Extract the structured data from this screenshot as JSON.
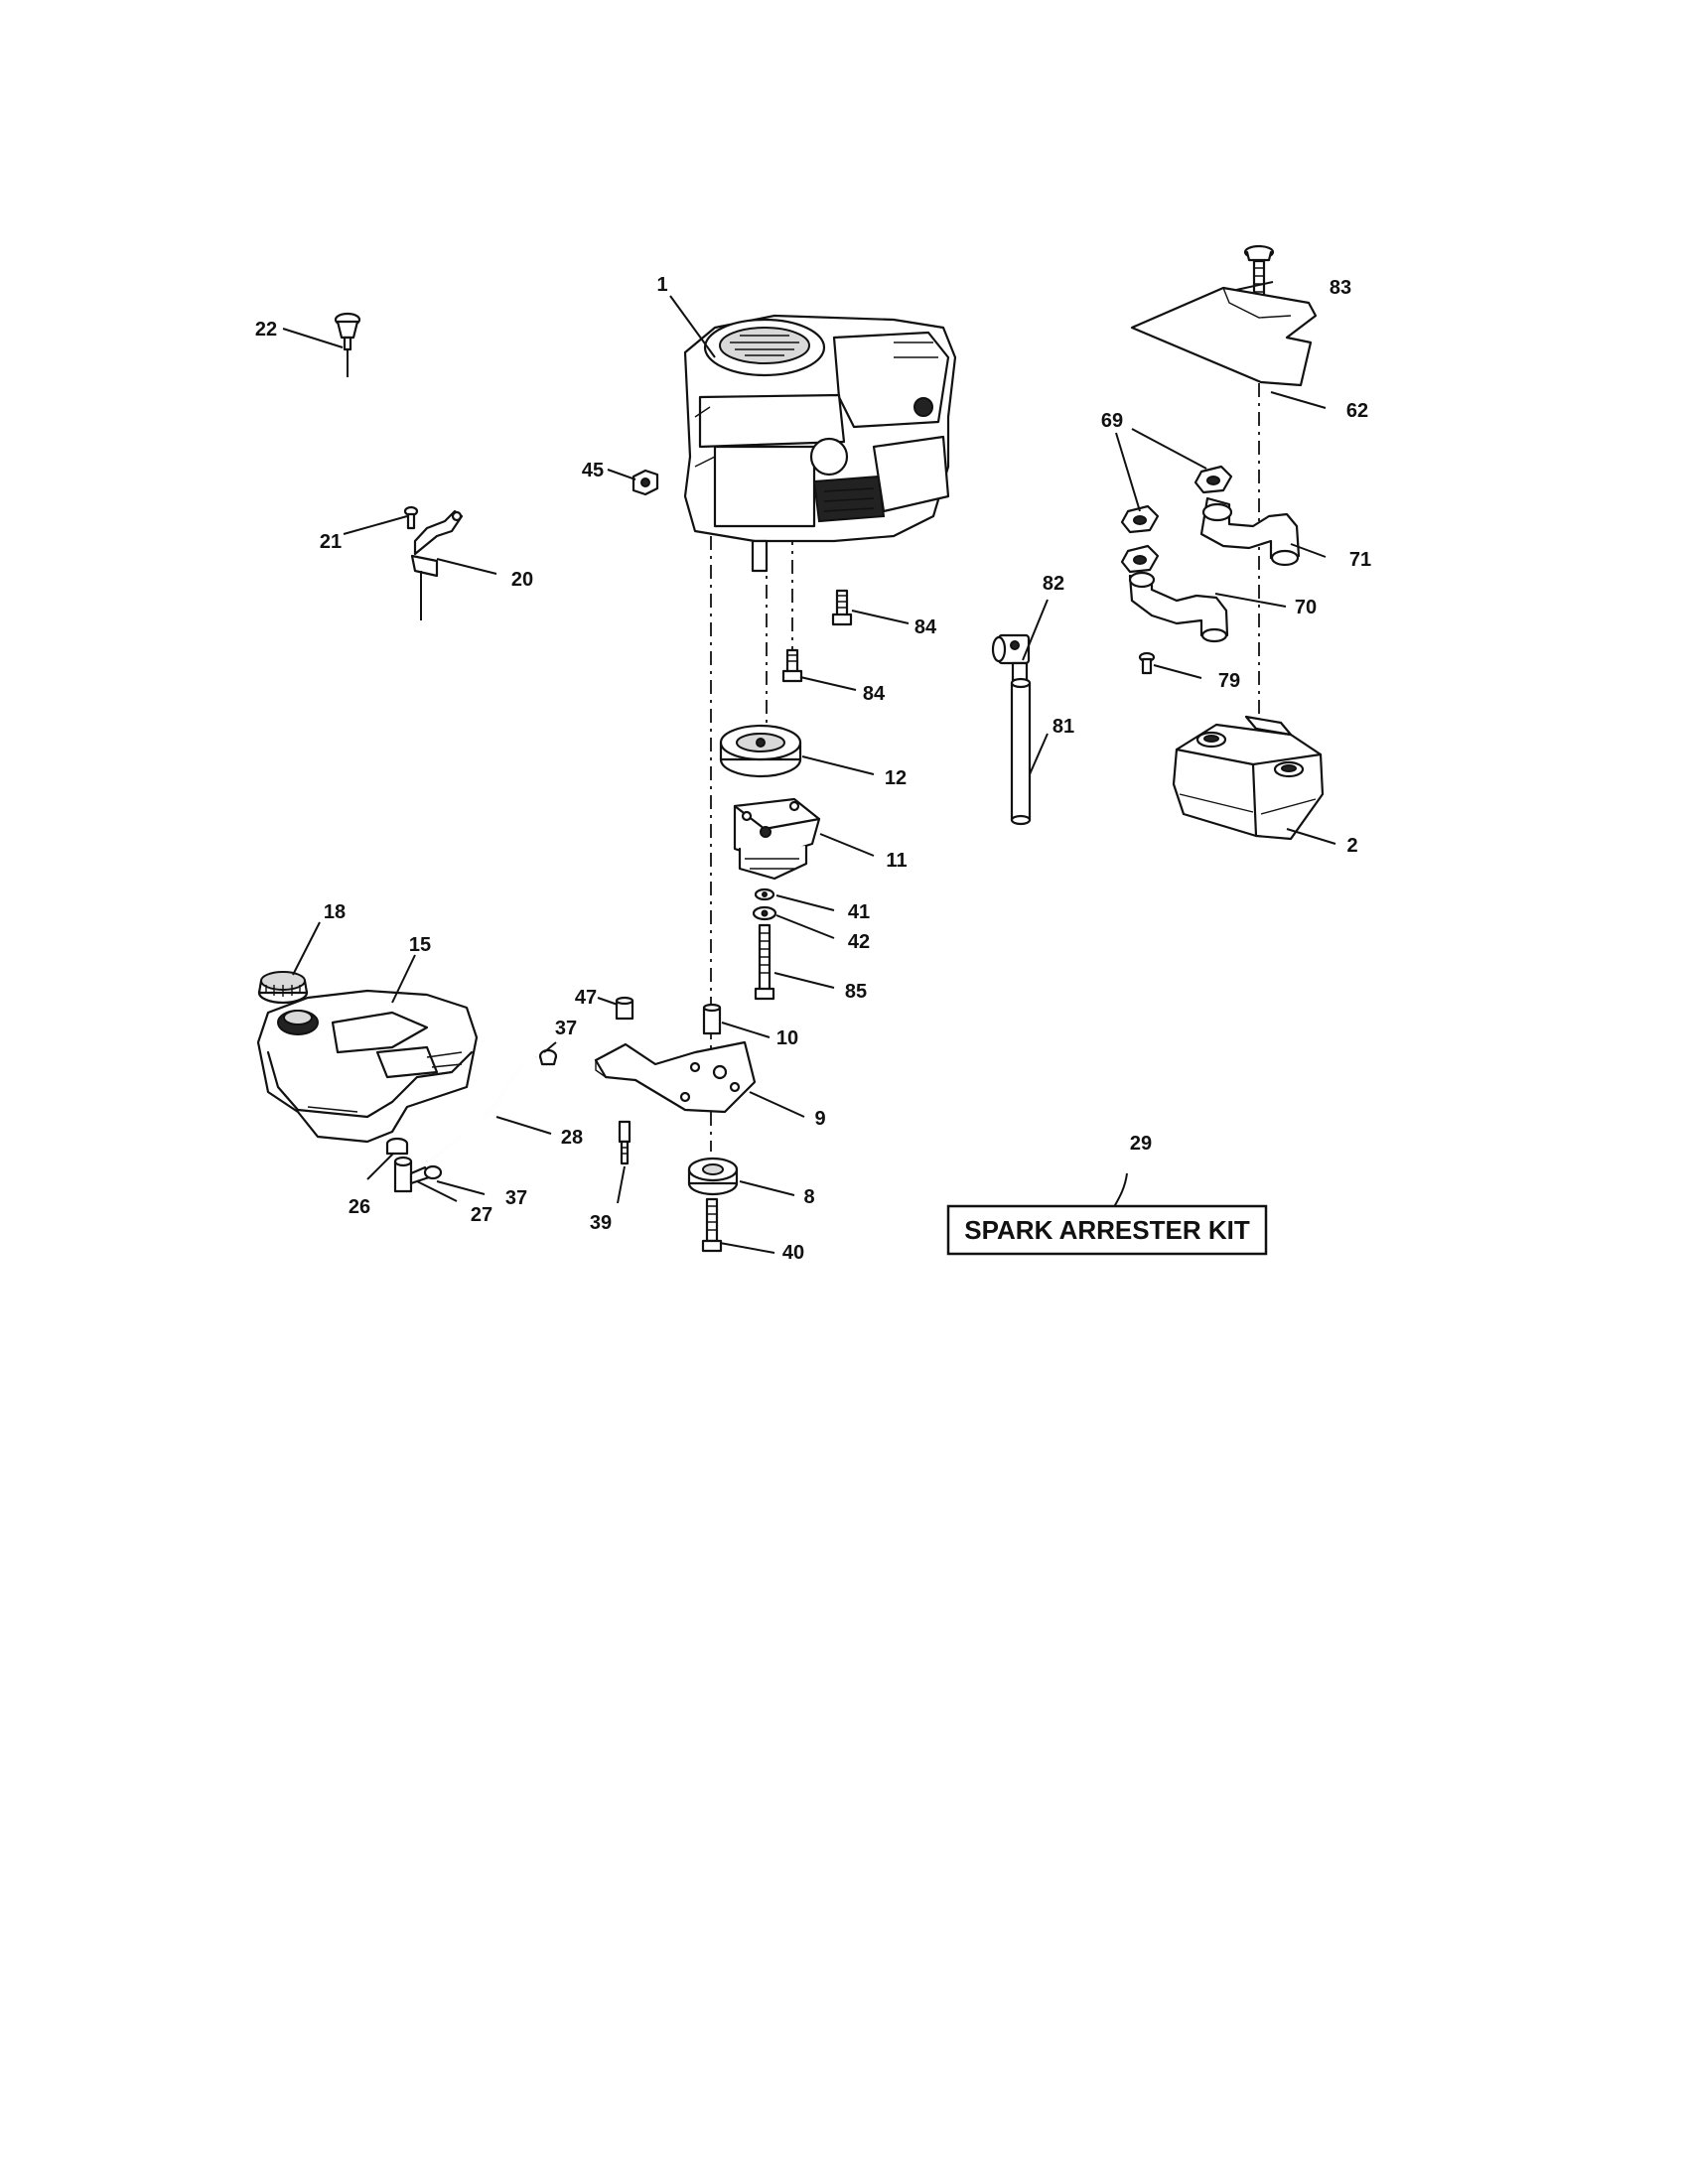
{
  "diagram": {
    "callouts": {
      "p1": "1",
      "p2": "2",
      "p8": "8",
      "p9": "9",
      "p10": "10",
      "p11": "11",
      "p12": "12",
      "p15": "15",
      "p18": "18",
      "p20": "20",
      "p21": "21",
      "p22": "22",
      "p26": "26",
      "p27": "27",
      "p28": "28",
      "p29": "29",
      "p37a": "37",
      "p37b": "37",
      "p39": "39",
      "p40": "40",
      "p41": "41",
      "p42": "42",
      "p45": "45",
      "p47": "47",
      "p62": "62",
      "p69": "69",
      "p70": "70",
      "p71": "71",
      "p79": "79",
      "p81": "81",
      "p82": "82",
      "p83": "83",
      "p84a": "84",
      "p84b": "84",
      "p85": "85"
    },
    "kit_label": "SPARK ARRESTER KIT"
  }
}
